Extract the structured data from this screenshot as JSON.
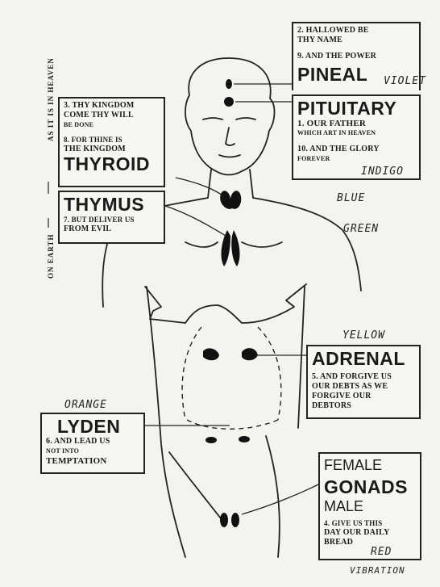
{
  "side_labels": {
    "top": "AS IT IS IN HEAVEN",
    "bottom": "ON EARTH"
  },
  "glands": {
    "pineal": {
      "lines": [
        "2. HALLOWED BE",
        "THY NAME",
        "9. AND THE POWER"
      ],
      "name": "PINEAL",
      "color": "VIOLET"
    },
    "pituitary": {
      "name": "PITUITARY",
      "lines": [
        "1. OUR FATHER",
        "WHICH ART IN HEAVEN",
        "10. AND THE GLORY",
        "FOREVER"
      ],
      "color": "INDIGO"
    },
    "thyroid": {
      "lines": [
        "3. THY KINGDOM",
        "COME THY WILL",
        "BE DONE",
        "8. FOR THINE IS",
        "THE KINGDOM"
      ],
      "name": "THYROID",
      "color": "BLUE"
    },
    "thymus": {
      "name": "THYMUS",
      "lines": [
        "7. BUT DELIVER US",
        "FROM EVIL"
      ],
      "color": "GREEN"
    },
    "adrenal": {
      "name": "ADRENAL",
      "lines": [
        "5. AND FORGIVE US",
        "OUR DEBTS AS WE",
        "FORGIVE OUR",
        "DEBTORS"
      ],
      "color": "YELLOW"
    },
    "lyden": {
      "name": "LYDEN",
      "lines": [
        "6. AND LEAD US",
        "NOT INTO",
        "TEMPTATION"
      ],
      "color": "ORANGE"
    },
    "gonads": {
      "top": "FEMALE",
      "name": "GONADS",
      "bottom": "MALE",
      "lines": [
        "4. GIVE US THIS",
        "DAY OUR DAILY",
        "BREAD"
      ],
      "color": "RED"
    }
  },
  "footer": "VIBRATION"
}
